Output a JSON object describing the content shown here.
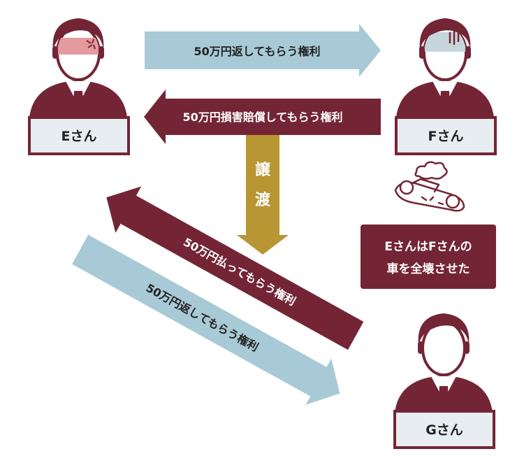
{
  "colors": {
    "maroon": "#742535",
    "light_blue": "#a8cad6",
    "gold": "#b89633",
    "nameplate_fill": "#e7edf0",
    "angry_blush": "#e59a9f",
    "pale_face": "#c7d6dd",
    "text_dark": "#222222",
    "text_light": "#ffffff"
  },
  "persons": {
    "e": {
      "label": "Eさん",
      "expression": "angry"
    },
    "f": {
      "label": "Fさん",
      "expression": "dismayed"
    },
    "g": {
      "label": "Gさん",
      "expression": "neutral"
    }
  },
  "arrows": {
    "e_to_f": {
      "label": "50万円返してもらう権利"
    },
    "f_to_e": {
      "label": "50万円損害賠償してもらう権利"
    },
    "transfer": {
      "char1": "譲",
      "char2": "渡"
    },
    "g_to_e": {
      "label": "50万円払ってもらう権利"
    },
    "e_to_g": {
      "label": "50万円返してもらう権利"
    }
  },
  "note": {
    "line1": "EさんはFさんの",
    "line2": "車を全壊させた"
  },
  "icons": {
    "wrecked_car": "wrecked-car-icon"
  }
}
